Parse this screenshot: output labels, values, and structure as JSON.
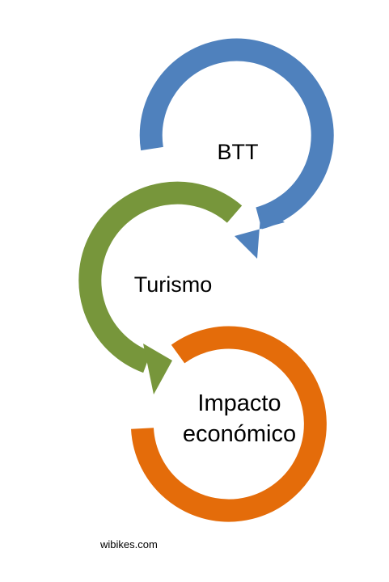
{
  "diagram": {
    "nodes": [
      {
        "id": "btt",
        "label": "BTT",
        "color": "#4f81bd"
      },
      {
        "id": "turismo",
        "label": "Turismo",
        "color": "#77963b"
      },
      {
        "id": "impacto",
        "label_lines": [
          "Impacto",
          "económico"
        ],
        "color": "#e46c0a"
      }
    ],
    "flow": [
      "btt",
      "turismo",
      "impacto"
    ]
  },
  "footer": {
    "text": "wibikes.com"
  }
}
